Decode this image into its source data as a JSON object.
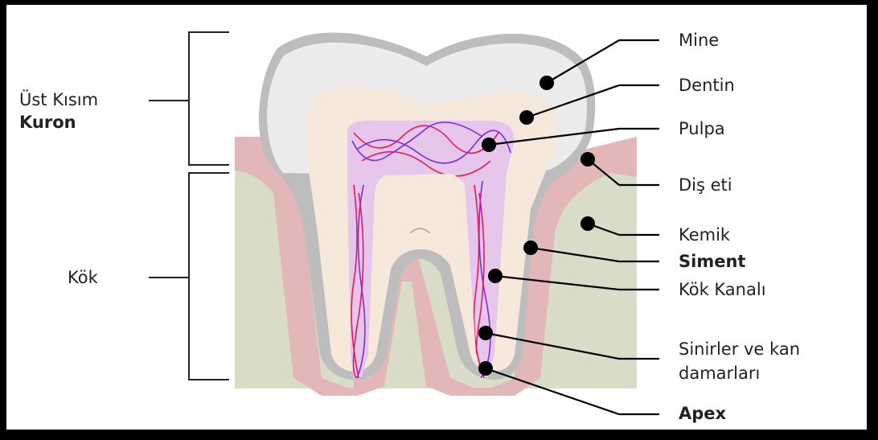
{
  "left_labels": {
    "crown_group_line1": "Üst Kısım",
    "crown_group_line2": "Kuron",
    "root_group": "Kök"
  },
  "right_labels": {
    "enamel": "Mine",
    "dentin": "Dentin",
    "pulp": "Pulpa",
    "gum": "Diş eti",
    "bone": "Kemik",
    "cementum": "Siment",
    "root_canal": "Kök Kanalı",
    "nerves_line1": "Sinirler ve kan",
    "nerves_line2": "damarları",
    "apex": "Apex"
  },
  "colors": {
    "frame": "#000000",
    "bone": "#d9dcc6",
    "gum": "#e3b7b7",
    "enamel": "#ececec",
    "dentin": "#f6e9dc",
    "pulp": "#e6c6ea",
    "nerve_red": "#e8195a",
    "nerve_purple": "#7d2be0",
    "pointer": "#000000"
  }
}
